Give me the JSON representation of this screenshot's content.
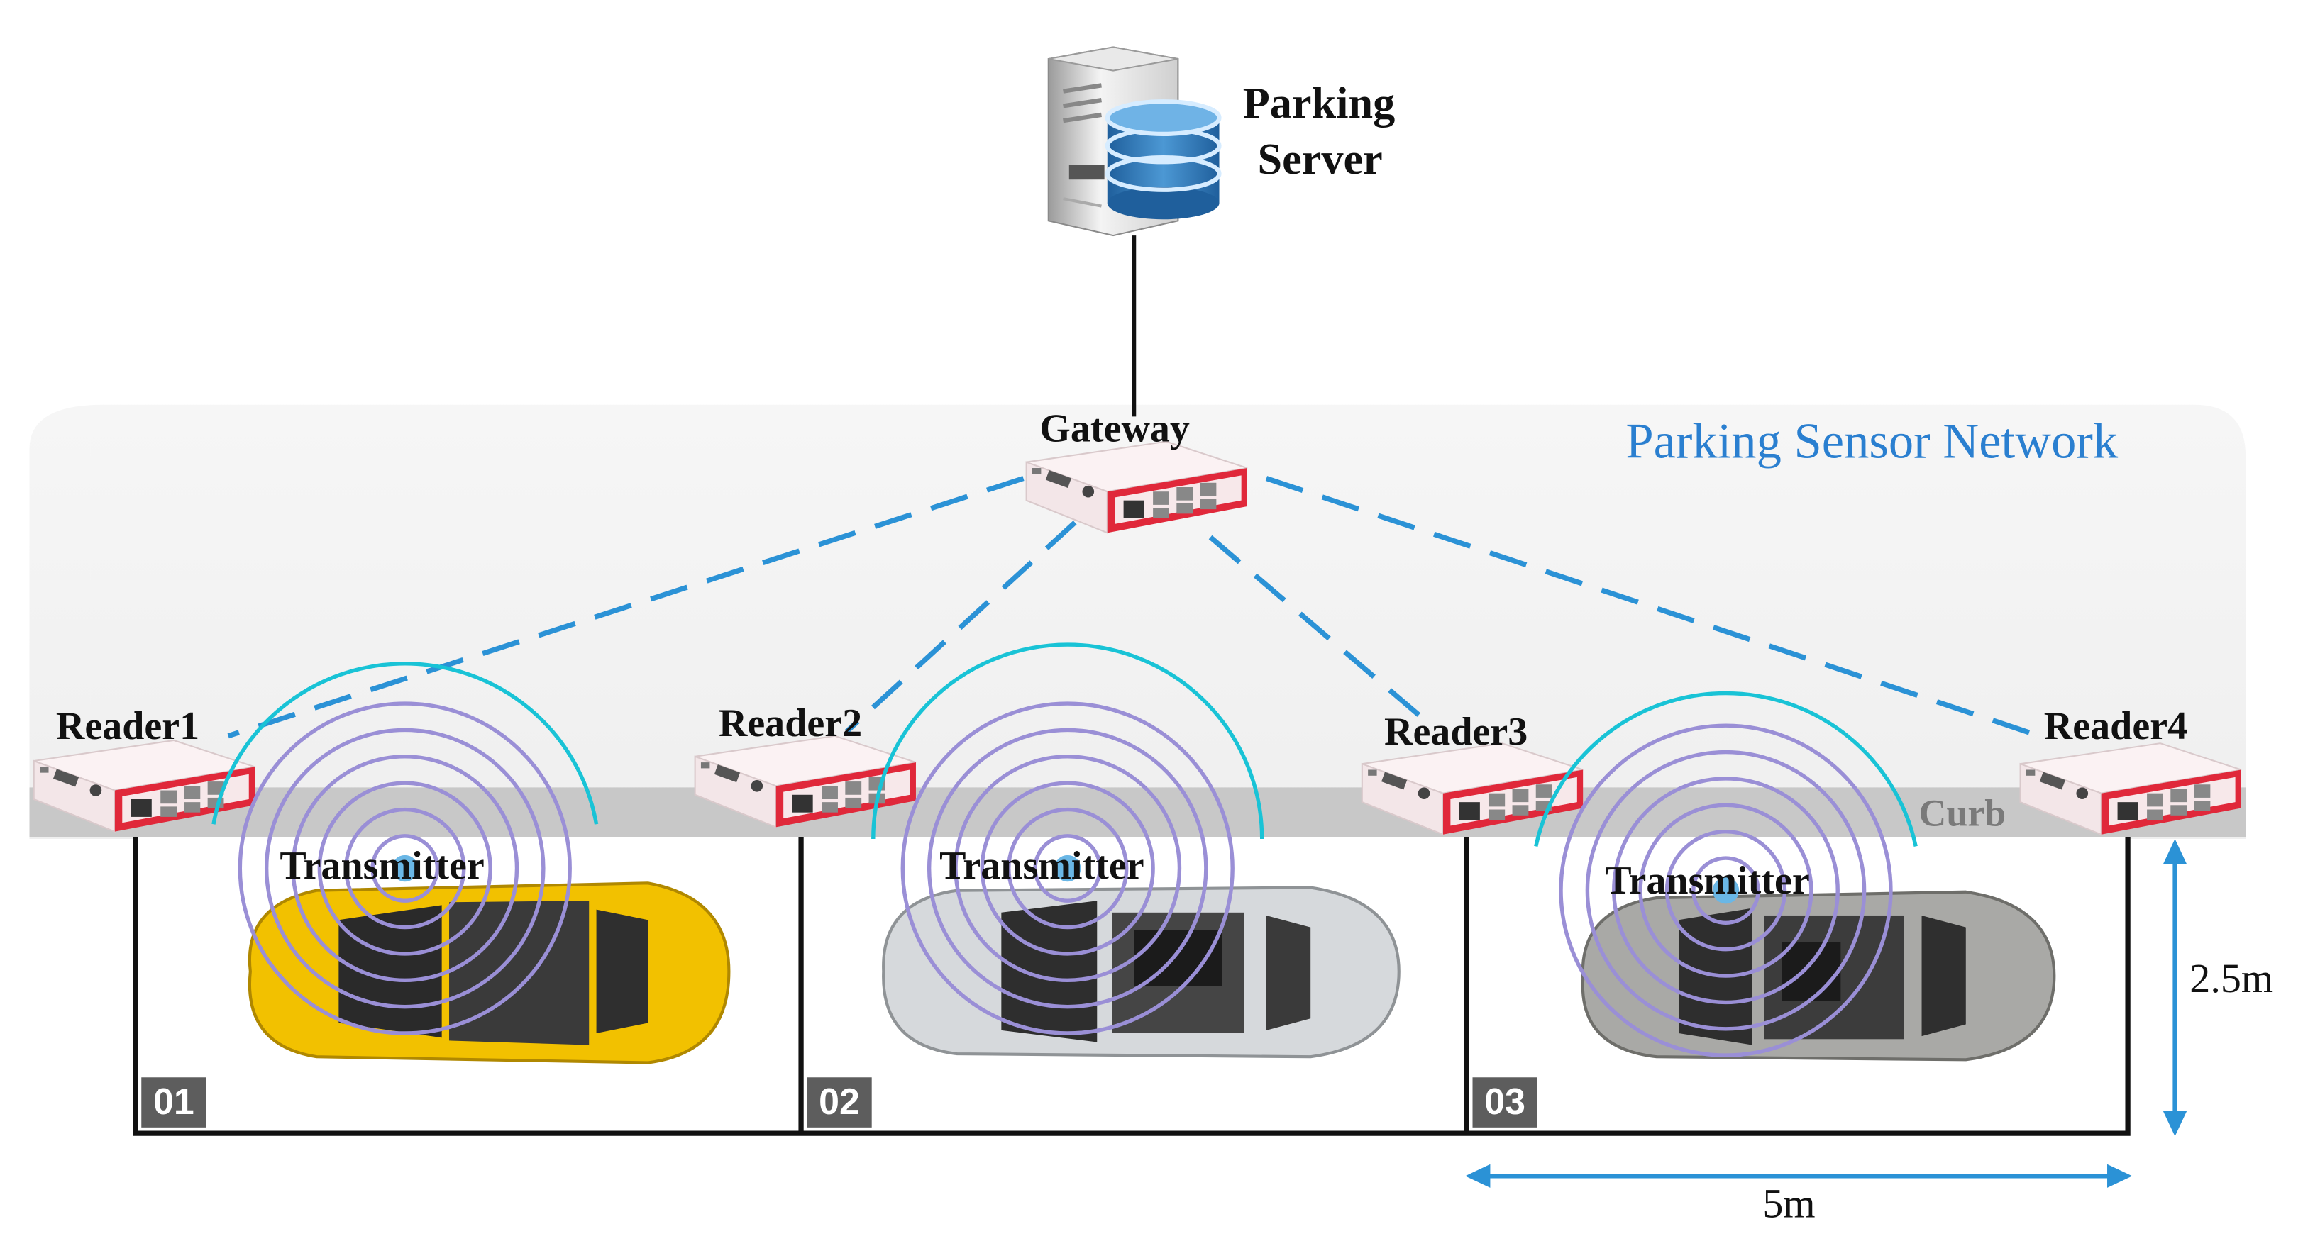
{
  "server": {
    "label_line1": "Parking",
    "label_line2": "Server"
  },
  "network": {
    "title": "Parking Sensor Network",
    "curb_label": "Curb"
  },
  "gateway": {
    "label": "Gateway"
  },
  "readers": [
    {
      "label": "Reader1"
    },
    {
      "label": "Reader2"
    },
    {
      "label": "Reader3"
    },
    {
      "label": "Reader4"
    }
  ],
  "bays": [
    {
      "number": "01",
      "transmitter_label": "Transmitter",
      "car_color": "#f2c100"
    },
    {
      "number": "02",
      "transmitter_label": "Transmitter",
      "car_color": "#d6d9dc"
    },
    {
      "number": "03",
      "transmitter_label": "Transmitter",
      "car_color": "#a9a9a6"
    }
  ],
  "dimensions": {
    "width": "5m",
    "depth": "2.5m"
  },
  "colors": {
    "wireless_link": "#2b92d6",
    "signal_ring_inner": "#9a8fd6",
    "signal_ring_outer": "#19c3d6",
    "network_panel": "#f1f1f1",
    "curb": "#c9c9c9",
    "device_accent": "#e0283a"
  }
}
